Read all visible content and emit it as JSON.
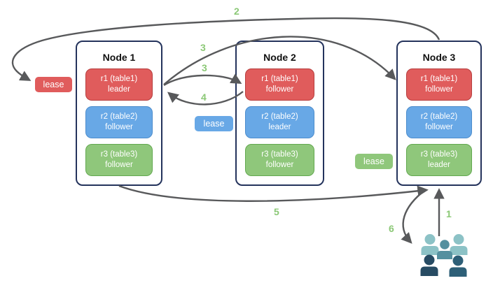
{
  "nodes": [
    {
      "title": "Node 1",
      "replicas": [
        {
          "name": "r1 (table1)",
          "role": "leader",
          "color": "red"
        },
        {
          "name": "r2 (table2)",
          "role": "follower",
          "color": "blue"
        },
        {
          "name": "r3 (table3)",
          "role": "follower",
          "color": "green"
        }
      ]
    },
    {
      "title": "Node 2",
      "replicas": [
        {
          "name": "r1 (table1)",
          "role": "follower",
          "color": "red"
        },
        {
          "name": "r2 (table2)",
          "role": "leader",
          "color": "blue"
        },
        {
          "name": "r3 (table3)",
          "role": "follower",
          "color": "green"
        }
      ]
    },
    {
      "title": "Node 3",
      "replicas": [
        {
          "name": "r1 (table1)",
          "role": "follower",
          "color": "red"
        },
        {
          "name": "r2 (table2)",
          "role": "follower",
          "color": "blue"
        },
        {
          "name": "r3 (table3)",
          "role": "leader",
          "color": "green"
        }
      ]
    }
  ],
  "leases": [
    {
      "label": "lease",
      "color": "red"
    },
    {
      "label": "lease",
      "color": "blue"
    },
    {
      "label": "lease",
      "color": "green"
    }
  ],
  "steps": {
    "s1": "1",
    "s2": "2",
    "s3a": "3",
    "s3b": "3",
    "s4": "4",
    "s5": "5",
    "s6": "6"
  },
  "icons": {
    "clients": "people-group-icon"
  },
  "colors": {
    "node_border": "#24335c",
    "red_fill": "#e05c5c",
    "red_border": "#b63e3e",
    "blue_fill": "#68a8e6",
    "blue_border": "#4c8ccc",
    "green_fill": "#8fc77b",
    "green_border": "#62a84f",
    "arrow": "#58595b",
    "step_label": "#8bc876",
    "people": [
      "#8cc2c6",
      "#55909f",
      "#274b63",
      "#2d5f77"
    ]
  }
}
